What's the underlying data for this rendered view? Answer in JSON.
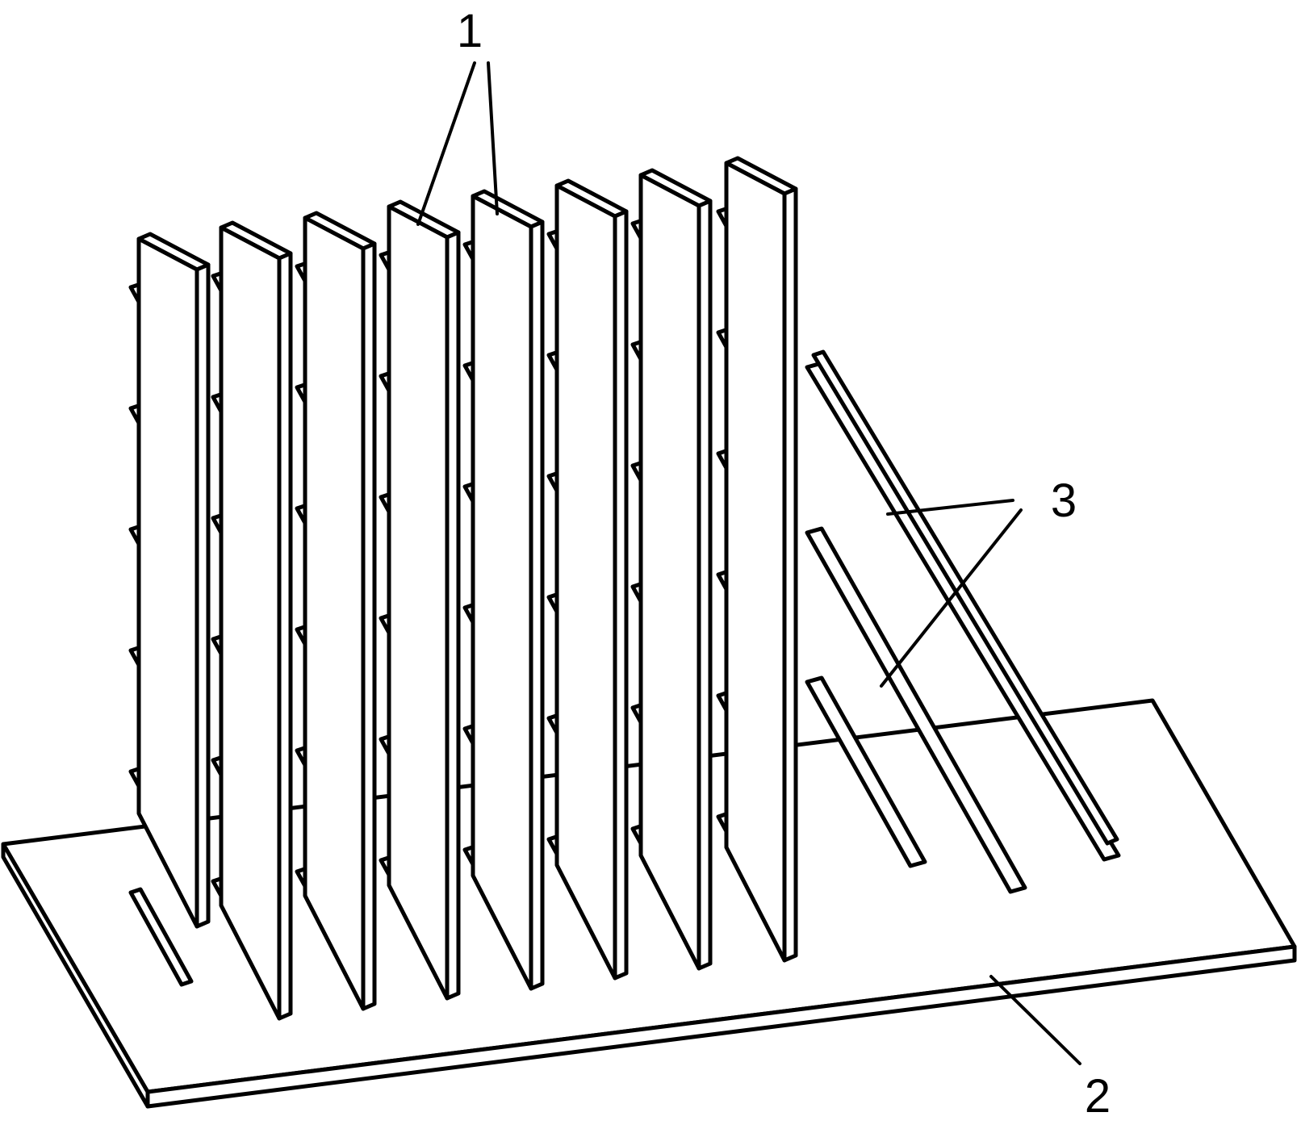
{
  "figure": {
    "callouts": {
      "fins": "1",
      "base": "2",
      "rods": "3"
    },
    "fin_count": 8,
    "rod_count": 3,
    "colors": {
      "stroke": "#000000",
      "fill": "#ffffff"
    }
  }
}
